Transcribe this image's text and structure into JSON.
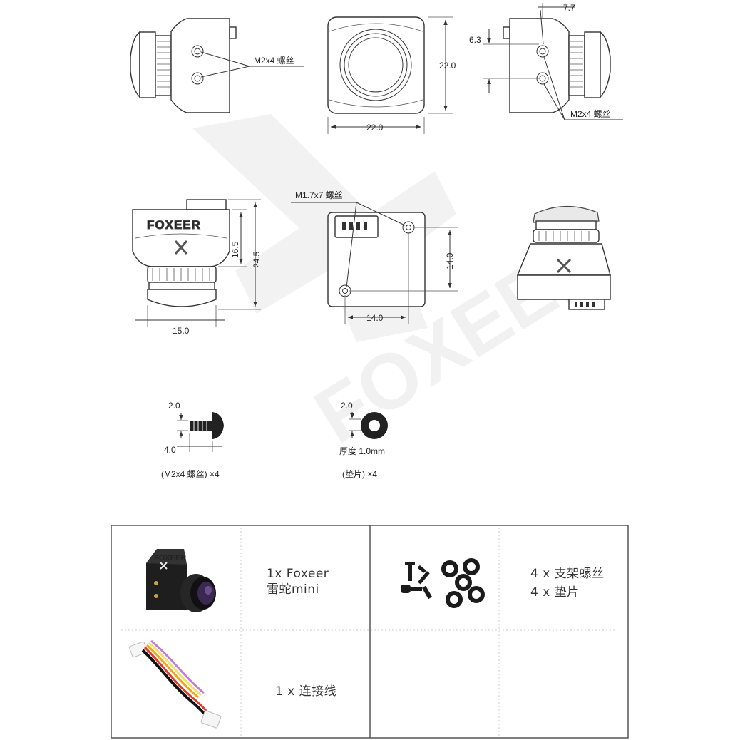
{
  "drawings": {
    "top_left": {
      "callout": "M2x4 螺丝"
    },
    "top_front": {
      "width": "22.0",
      "height": "22.0"
    },
    "top_right": {
      "offset_top": "7.7",
      "offset_side": "6.3",
      "callout": "M2x4 螺丝"
    },
    "mid_left": {
      "brand": "FOXEER",
      "height_short": "16.5",
      "height_total": "24.5",
      "width": "15.0"
    },
    "mid_back": {
      "callout": "M1.7x7 螺丝",
      "hole_v": "14.0",
      "hole_h": "14.0"
    },
    "screw": {
      "dim_head": "2.0",
      "dim_len": "4.0",
      "caption": "(M2x4 螺丝) ×4"
    },
    "washer": {
      "dim": "2.0",
      "thickness": "厚度 1.0mm",
      "caption": "(垫片) ×4"
    }
  },
  "package_table": {
    "rows": [
      {
        "left_text": [
          "1x Foxeer",
          "雷蛇mini"
        ],
        "right_text": [
          "4 x 支架螺丝",
          "4 x 垫片"
        ]
      },
      {
        "left_text": [
          "1 x 连接线"
        ],
        "right_text": []
      }
    ]
  },
  "watermark": "FOXEER"
}
